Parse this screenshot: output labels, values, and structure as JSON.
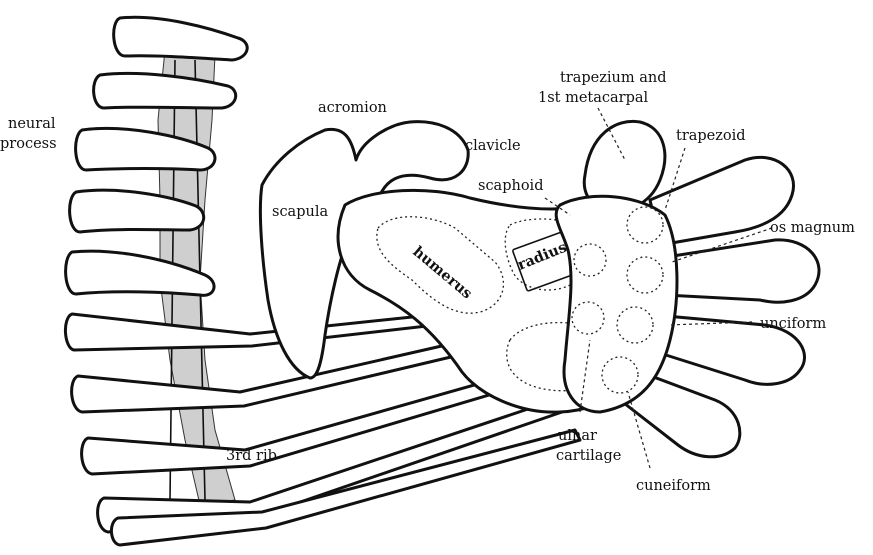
{
  "labels": {
    "neural_process_1": "neural",
    "neural_process_2": "process",
    "acromion": "acromion",
    "clavicle": "clavicle",
    "scaphoid": "scaphoid",
    "scapula": "scapula",
    "humerus": "humerus",
    "radius": "radius",
    "trapezium_1": "trapezium and",
    "trapezium_2": "1st metacarpal",
    "trapezoid": "trapezoid",
    "os_magnum": "os magnum",
    "unciform": "unciform",
    "ulnar_cartilage_1": "ulnar",
    "ulnar_cartilage_2": "cartilage",
    "cuneiform": "cuneiform",
    "third_rib": "3rd rib"
  }
}
